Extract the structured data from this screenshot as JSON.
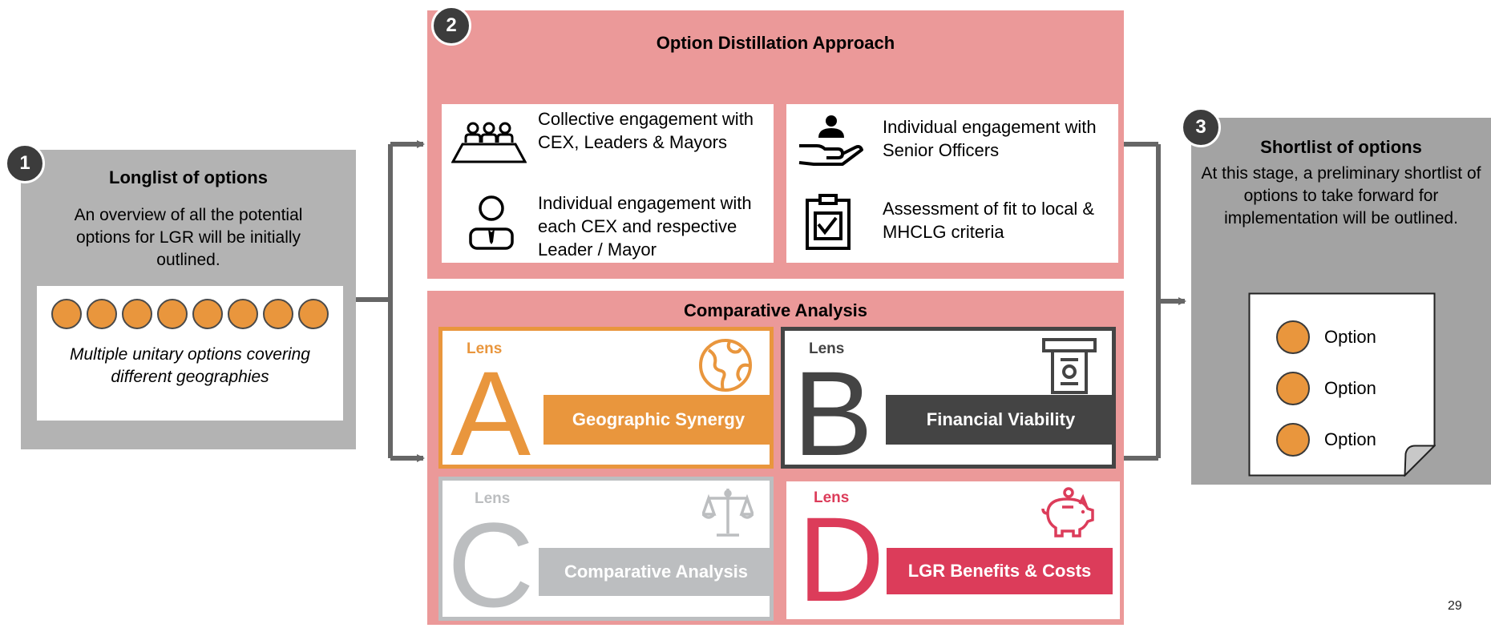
{
  "step1": {
    "number": "1",
    "title": "Longlist of options",
    "description": "An overview of all the potential options for LGR will be initially outlined.",
    "circle_count": 8,
    "caption": "Multiple unitary options covering different geographies"
  },
  "step2": {
    "number": "2",
    "title": "Option Distillation Approach",
    "engagements": [
      {
        "icon": "meeting-table-icon",
        "text": "Collective engagement with CEX, Leaders & Mayors"
      },
      {
        "icon": "hand-person-icon",
        "text": "Individual engagement with Senior Officers"
      },
      {
        "icon": "person-tie-icon",
        "text": "Individual engagement with each CEX and respective Leader / Mayor"
      },
      {
        "icon": "clipboard-check-icon",
        "text": "Assessment of fit to local & MHCLG criteria"
      }
    ],
    "comparative_title": "Comparative Analysis",
    "lenses": [
      {
        "word": "Lens",
        "letter": "A",
        "label": "Geographic Synergy",
        "color": "#e9963d",
        "icon": "globe-icon"
      },
      {
        "word": "Lens",
        "letter": "B",
        "label": "Financial Viability",
        "color": "#444444",
        "icon": "atm-cash-icon"
      },
      {
        "word": "Lens",
        "letter": "C",
        "label": "Comparative Analysis",
        "color": "#bcbec0",
        "icon": "scales-icon"
      },
      {
        "word": "Lens",
        "letter": "D",
        "label": "LGR Benefits & Costs",
        "color": "#dc3c5a",
        "icon": "piggy-bank-icon"
      }
    ]
  },
  "step3": {
    "number": "3",
    "title": "Shortlist of options",
    "description": "At this stage, a preliminary shortlist of options to take forward for implementation will be outlined.",
    "options": [
      "Option",
      "Option",
      "Option"
    ]
  },
  "page_number": "29",
  "colors": {
    "gray_panel": "#b3b3b3",
    "dark_gray_panel": "#a3a3a3",
    "pink_panel": "#eb9999",
    "orange": "#e9963d",
    "connector": "#666666"
  }
}
